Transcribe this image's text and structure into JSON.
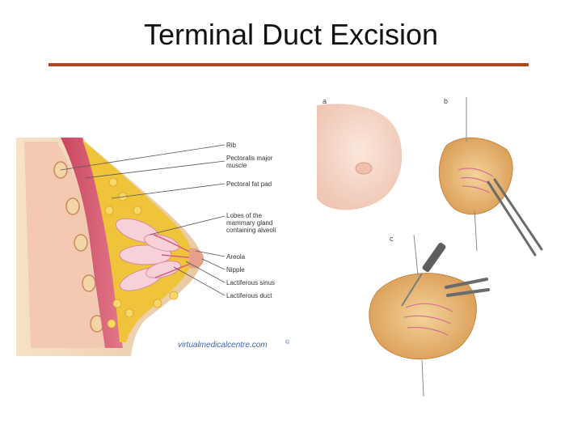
{
  "slide": {
    "title": "Terminal Duct Excision"
  },
  "anatomy": {
    "labels": [
      {
        "id": "rib",
        "text": "Rib"
      },
      {
        "id": "pectoralis",
        "text": "Pectoralis major",
        "text2": "muscle"
      },
      {
        "id": "fatpad",
        "text": "Pectoral fat pad"
      },
      {
        "id": "lobes",
        "text": "Lobes of the",
        "text2": "mammary gland",
        "text3": "containing alveoli"
      },
      {
        "id": "areola",
        "text": "Areola"
      },
      {
        "id": "nipple",
        "text": "Nipple"
      },
      {
        "id": "sinus",
        "text": "Lactiferous sinus"
      },
      {
        "id": "duct",
        "text": "Lactiferous duct"
      }
    ],
    "watermark": "virtualmedicalcentre.com",
    "watermark_symbol": "©"
  },
  "procedure": {
    "panel_a": "a",
    "panel_b": "b",
    "panel_c": "c"
  }
}
